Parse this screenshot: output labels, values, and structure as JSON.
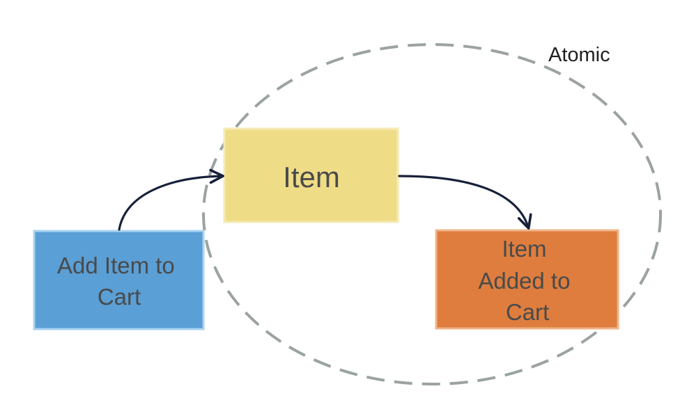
{
  "diagram": {
    "boundary": {
      "label": "Atomic",
      "stroke_color": "#9aa3a0"
    },
    "nodes": {
      "add_item": {
        "lines": [
          "Add Item to",
          "Cart"
        ],
        "fill": "#5a9fd6",
        "border": "#a9d3f0"
      },
      "item": {
        "lines": [
          "Item"
        ],
        "fill": "#efdc87",
        "border": "#f6eab4"
      },
      "item_added": {
        "lines": [
          "Item",
          "Added to",
          "Cart"
        ],
        "fill": "#de7d3e",
        "border": "#f0b48a"
      }
    },
    "arrow_color": "#18213a"
  }
}
